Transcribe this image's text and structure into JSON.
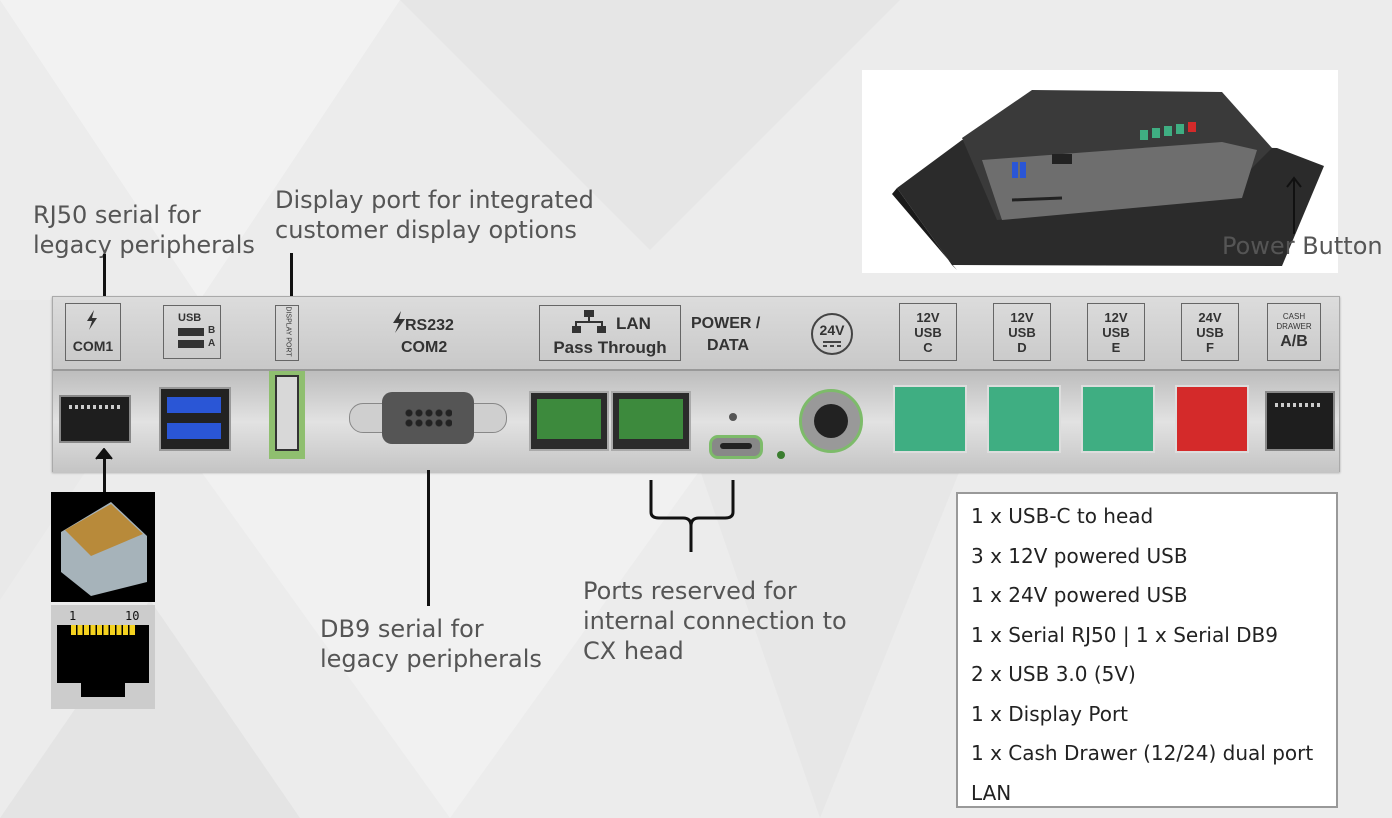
{
  "callouts": {
    "rj50": "RJ50 serial for\nlegacy peripherals",
    "displayport": "Display port for integrated\ncustomer display options",
    "power_button": "Power Button",
    "db9": "DB9 serial for\nlegacy peripherals",
    "reserved": "Ports reserved for\ninternal connection to\nCX head"
  },
  "panel_labels": {
    "com1": "COM1",
    "usb": "USB",
    "usb_b": "B",
    "usb_a": "A",
    "display_port": "DISPLAY PORT",
    "rs232": "RS232",
    "com2": "COM2",
    "lan": "LAN",
    "pass_through": "Pass Through",
    "power": "POWER /",
    "data": "DATA",
    "volt24": "24V",
    "usb_ports": [
      {
        "v": "12V",
        "t": "USB",
        "id": "C"
      },
      {
        "v": "12V",
        "t": "USB",
        "id": "D"
      },
      {
        "v": "12V",
        "t": "USB",
        "id": "E"
      },
      {
        "v": "24V",
        "t": "USB",
        "id": "F"
      }
    ],
    "cash": "CASH",
    "drawer": "DRAWER",
    "ab": "A/B"
  },
  "rj_pin_labels": {
    "start": "1",
    "end": "10"
  },
  "specs": [
    "1 x USB-C to head",
    "3 x 12V powered USB",
    "1 x 24V powered USB",
    "1 x Serial RJ50 | 1 x Serial DB9",
    "2 x USB 3.0 (5V)",
    "1 x Display Port",
    "1 x Cash Drawer (12/24) dual port",
    "LAN"
  ],
  "colors": {
    "green_port": "#3fae82",
    "red_port": "#d42a2a",
    "usb_blue": "#2a56d6"
  }
}
